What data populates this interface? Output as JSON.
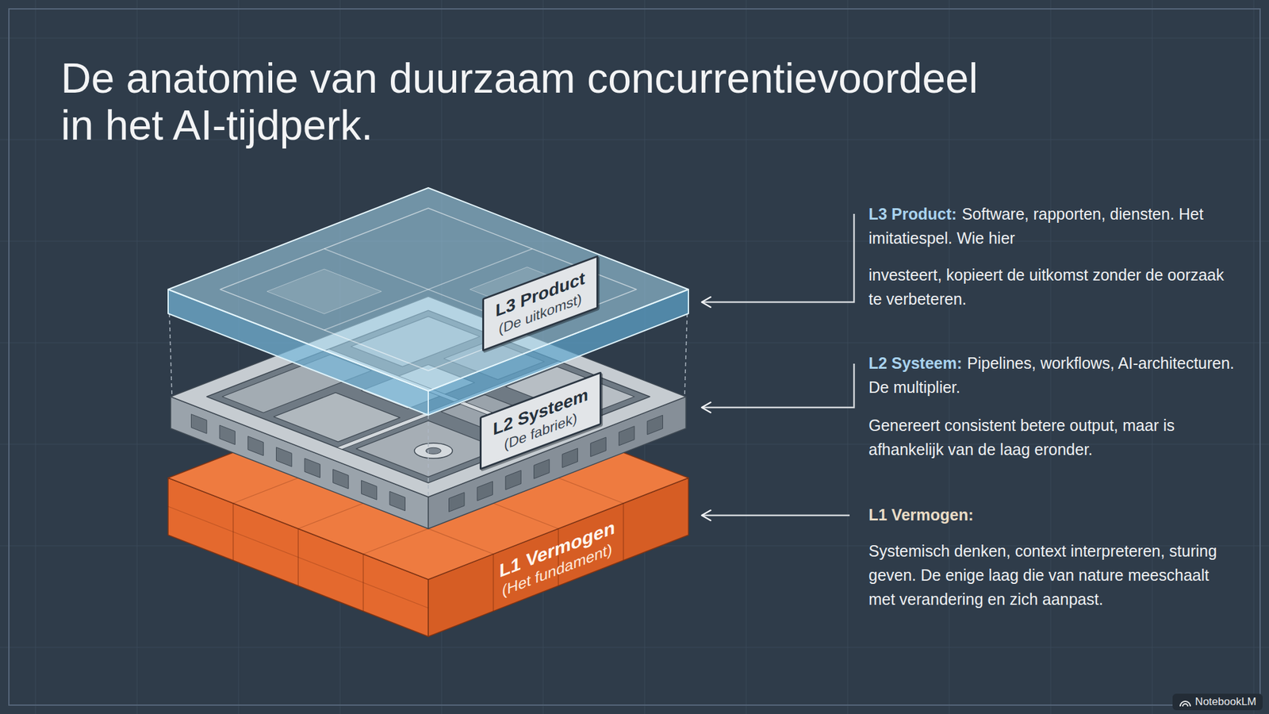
{
  "diagram": {
    "title": "De anatomie van duurzaam concurrentievoordeel in het AI-tijdperk.",
    "nodes": [
      {
        "text": [
          "L3 Product",
          "(De uitkomst)"
        ]
      },
      {
        "text": [
          "L2 Systeem",
          "(De fabriek)"
        ]
      },
      {
        "text": [
          "L1 Vermogen",
          "(Het fundament)"
        ]
      }
    ],
    "labels": [
      "L3 Product:",
      "Software, rapporten, diensten. Het imitatiespel. Wie hier",
      "investeert, kopieert de uitkomst zonder de oorzaak te verbeteren.",
      "L2 Systeem:",
      "Pipelines, workflows, AI-architecturen. De multiplier.",
      "Genereert consistent betere output, maar is afhankelijk van de laag eronder.",
      "L1 Vermogen:",
      "Systemisch denken, context interpreteren, sturing geven. De enige laag die van nature meeschaalt met verandering en zich aanpast.",
      "NotebookLM"
    ]
  }
}
